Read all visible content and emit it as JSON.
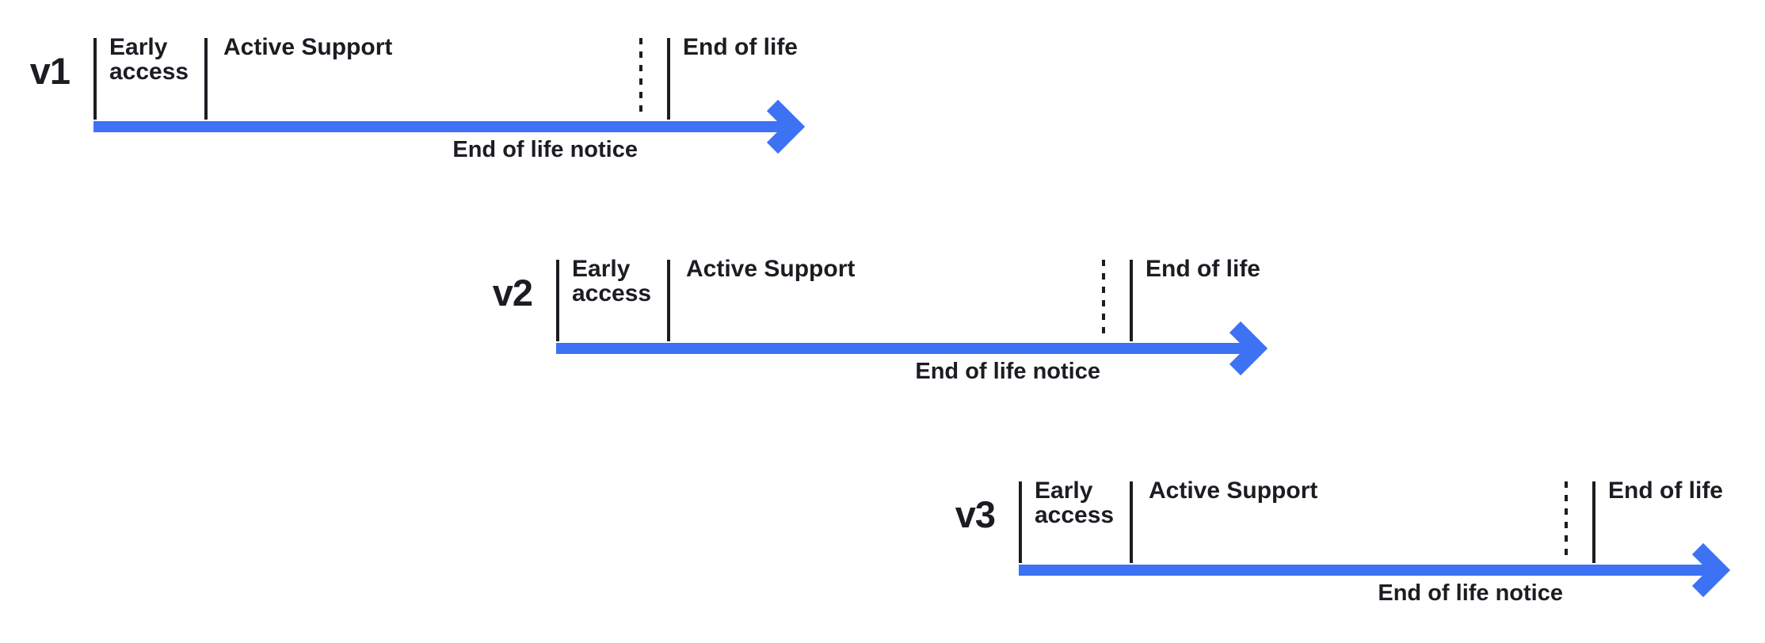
{
  "diagram": {
    "type": "version-lifecycle-timelines",
    "colors": {
      "accent_arrow_blue": "#3d72f4",
      "ink": "#1b1d22",
      "background": "#ffffff"
    },
    "rows": [
      {
        "version": "v1",
        "early_access_label": "Early access",
        "active_support_label": "Active Support",
        "end_of_life_label": "End of life",
        "end_of_life_notice_label": "End of life notice"
      },
      {
        "version": "v2",
        "early_access_label": "Early access",
        "active_support_label": "Active Support",
        "end_of_life_label": "End of life",
        "end_of_life_notice_label": "End of life notice"
      },
      {
        "version": "v3",
        "early_access_label": "Early access",
        "active_support_label": "Active Support",
        "end_of_life_label": "End of life",
        "end_of_life_notice_label": "End of life notice"
      }
    ]
  }
}
